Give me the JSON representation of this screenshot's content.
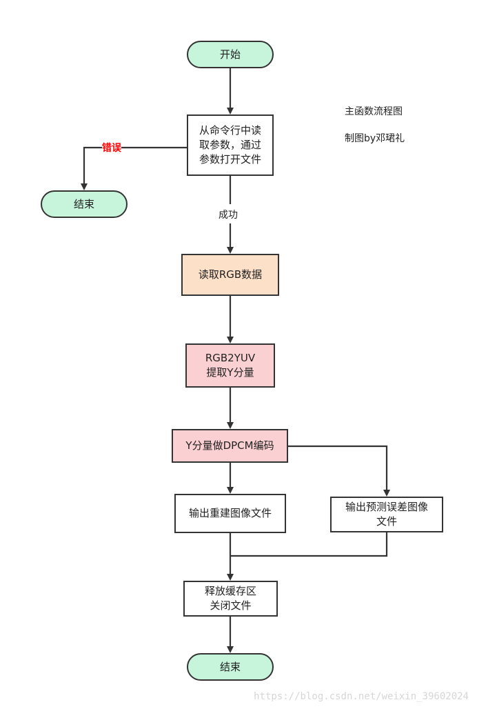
{
  "title": "主函数流程图",
  "author": "制图by邓珺礼",
  "nodes": {
    "start": "开始",
    "read_args": "从命令行中读\n取参数，通过\n参数打开文件",
    "end_error": "结束",
    "read_rgb": "读取RGB数据",
    "rgb2yuv": "RGB2YUV\n提取Y分量",
    "dpcm": "Y分量做DPCM编码",
    "out_recon": "输出重建图像文件",
    "out_pred_err": "输出预测误差图像\n文件",
    "release": "释放缓存区\n关闭文件",
    "end": "结束"
  },
  "edge_labels": {
    "error": "错误",
    "success": "成功"
  },
  "watermark": "https://blog.csdn.net/weixin_39602024",
  "colors": {
    "terminal": "#c6f5dc",
    "read_rgb": "#fde0c8",
    "process_pink": "#fbd0d3",
    "error_label": "#ff0000"
  }
}
